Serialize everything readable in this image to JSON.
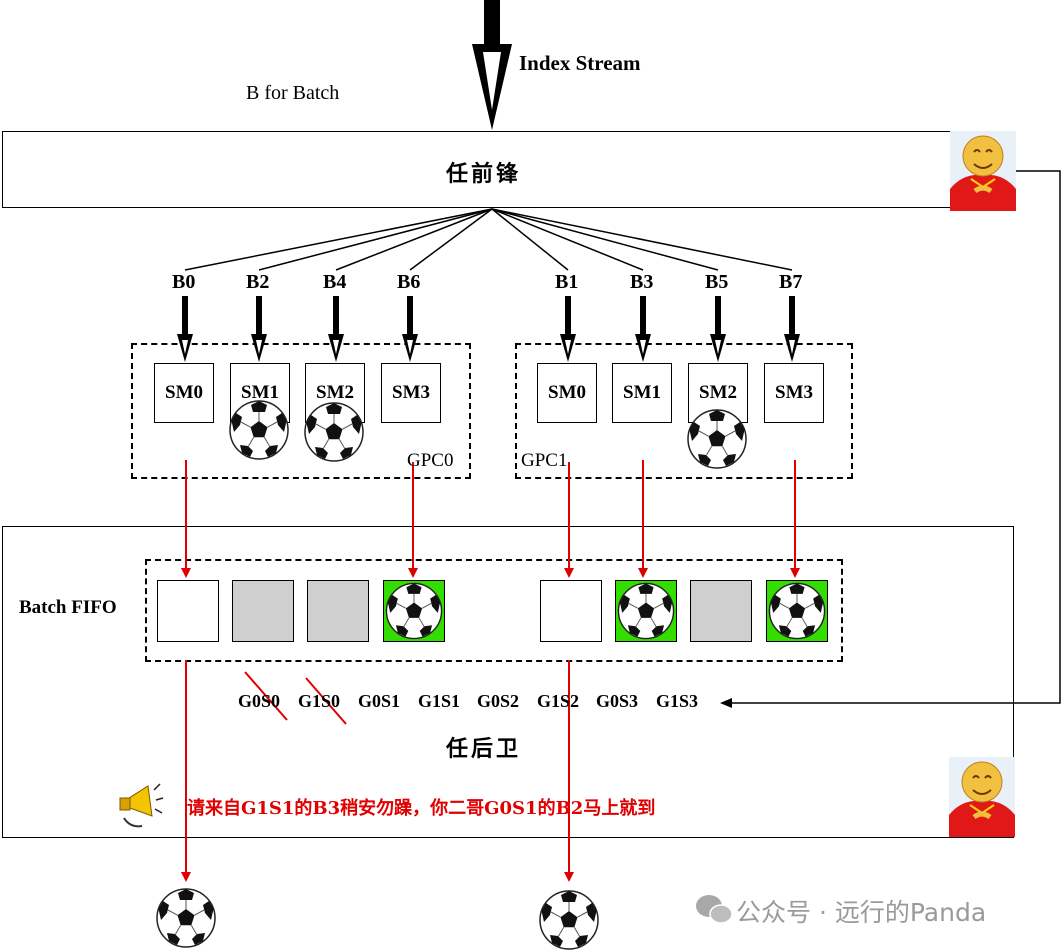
{
  "header": {
    "index_stream": "Index Stream",
    "batch_note": "B for Batch"
  },
  "front": {
    "label": "任前锋"
  },
  "back": {
    "label": "任后卫"
  },
  "batches_left": [
    "B0",
    "B2",
    "B4",
    "B6"
  ],
  "batches_right": [
    "B1",
    "B3",
    "B5",
    "B7"
  ],
  "gpc0": {
    "label": "GPC0",
    "sms": [
      "SM0",
      "SM1",
      "SM2",
      "SM3"
    ]
  },
  "gpc1": {
    "label": "GPC1",
    "sms": [
      "SM0",
      "SM1",
      "SM2",
      "SM3"
    ]
  },
  "fifo": {
    "label": "Batch FIFO",
    "slots": [
      "empty",
      "gray",
      "gray",
      "ball",
      "empty",
      "ball",
      "gray",
      "ball"
    ]
  },
  "order": [
    "G0S0",
    "G1S0",
    "G0S1",
    "G1S1",
    "G0S2",
    "G1S2",
    "G0S3",
    "G1S3"
  ],
  "announcement": "请来自G1S1的B3稍安勿躁，你二哥G0S1的B2马上就到",
  "watermark": "公众号 · 远行的Panda",
  "colors": {
    "arrow_red": "#e00000",
    "slot_green": "#33dd00",
    "slot_gray": "#cfcfcf",
    "announce_red": "#e00000"
  }
}
